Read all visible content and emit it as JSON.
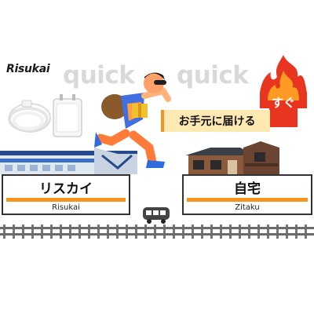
{
  "brand": {
    "logo_text": "Risukai"
  },
  "banner": {
    "watermark_left": "quick",
    "watermark_right": "quick",
    "badge_text": "すぐ",
    "tagline": "お手元に届ける"
  },
  "stations": [
    {
      "name": "リスカイ",
      "romaji": "Risukai"
    },
    {
      "name": "自宅",
      "romaji": "Zitaku"
    }
  ],
  "icons": {
    "charger": "usb-charger-icon",
    "runner": "running-courier-icon",
    "flame": "flame-icon",
    "station": "station-building-icon",
    "house": "house-icon",
    "train": "train-icon",
    "rail": "railway-track-icon"
  },
  "colors": {
    "accent_orange": "#f7941d",
    "flame_red": "#e8351f",
    "tagline_bg": "#ffe9b3",
    "watermark": "#d9d9d9",
    "rail": "#6b6b6b"
  }
}
